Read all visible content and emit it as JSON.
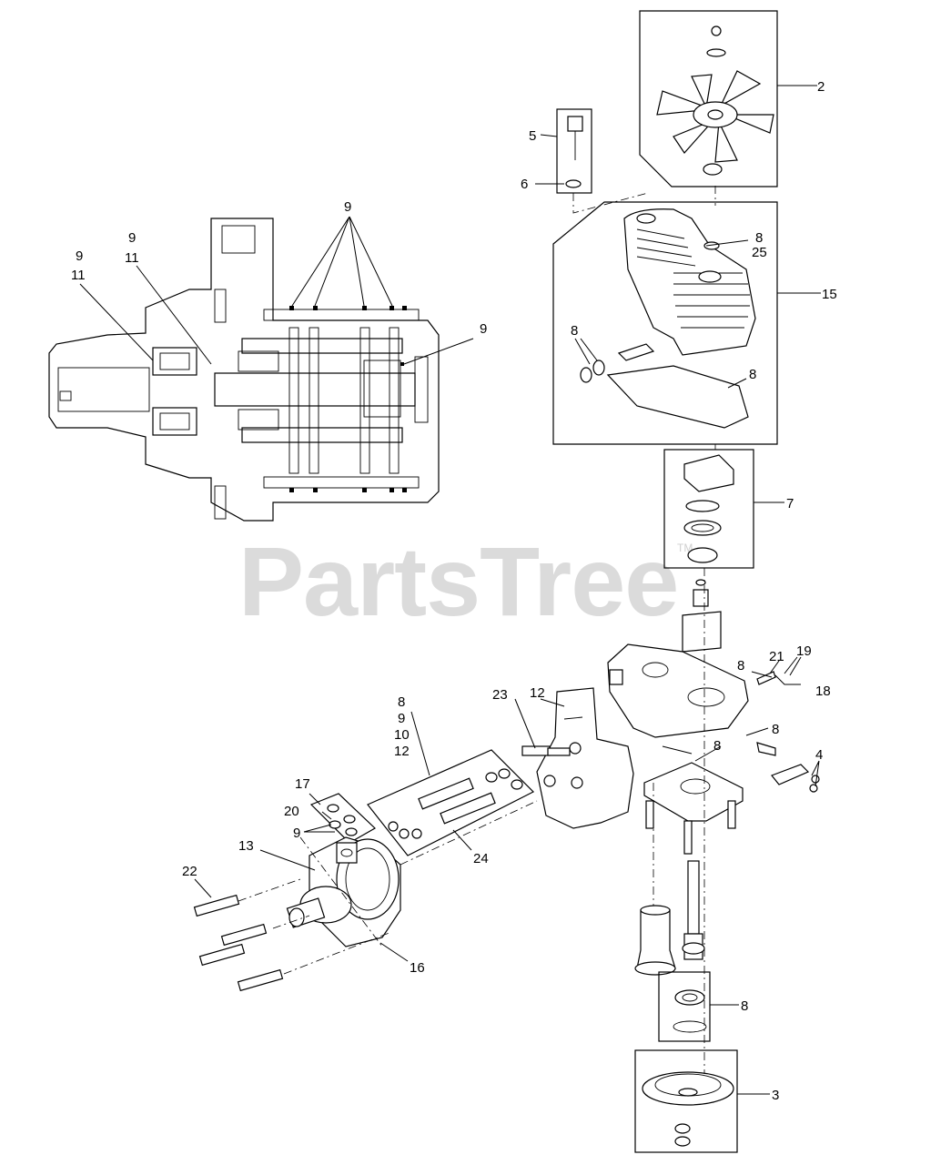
{
  "watermark": {
    "text": "PartsTree",
    "trademark": "TM"
  },
  "callouts": {
    "c2": "2",
    "c5": "5",
    "c6": "6",
    "c9_top": "9",
    "c9_left_a": "9",
    "c11_left_a": "11",
    "c9_left_b": "9",
    "c11_left_b": "11",
    "c9_right": "9",
    "c8_cap": "8",
    "c25_cap": "25",
    "c15": "15",
    "c8_seal": "8",
    "c8_gasket": "8",
    "c7": "7",
    "c8_valve": "8",
    "c21": "21",
    "c19": "19",
    "c18": "18",
    "c12_top": "12",
    "c23": "23",
    "c8_port": "8",
    "c8_body": "8",
    "c4": "4",
    "c8_kit": "8",
    "c9_kit": "9",
    "c10_kit": "10",
    "c12_kit": "12",
    "c17": "17",
    "c20": "20",
    "c9_small": "9",
    "c13": "13",
    "c24": "24",
    "c22": "22",
    "c16": "16",
    "c8_bearing": "8",
    "c3": "3"
  }
}
